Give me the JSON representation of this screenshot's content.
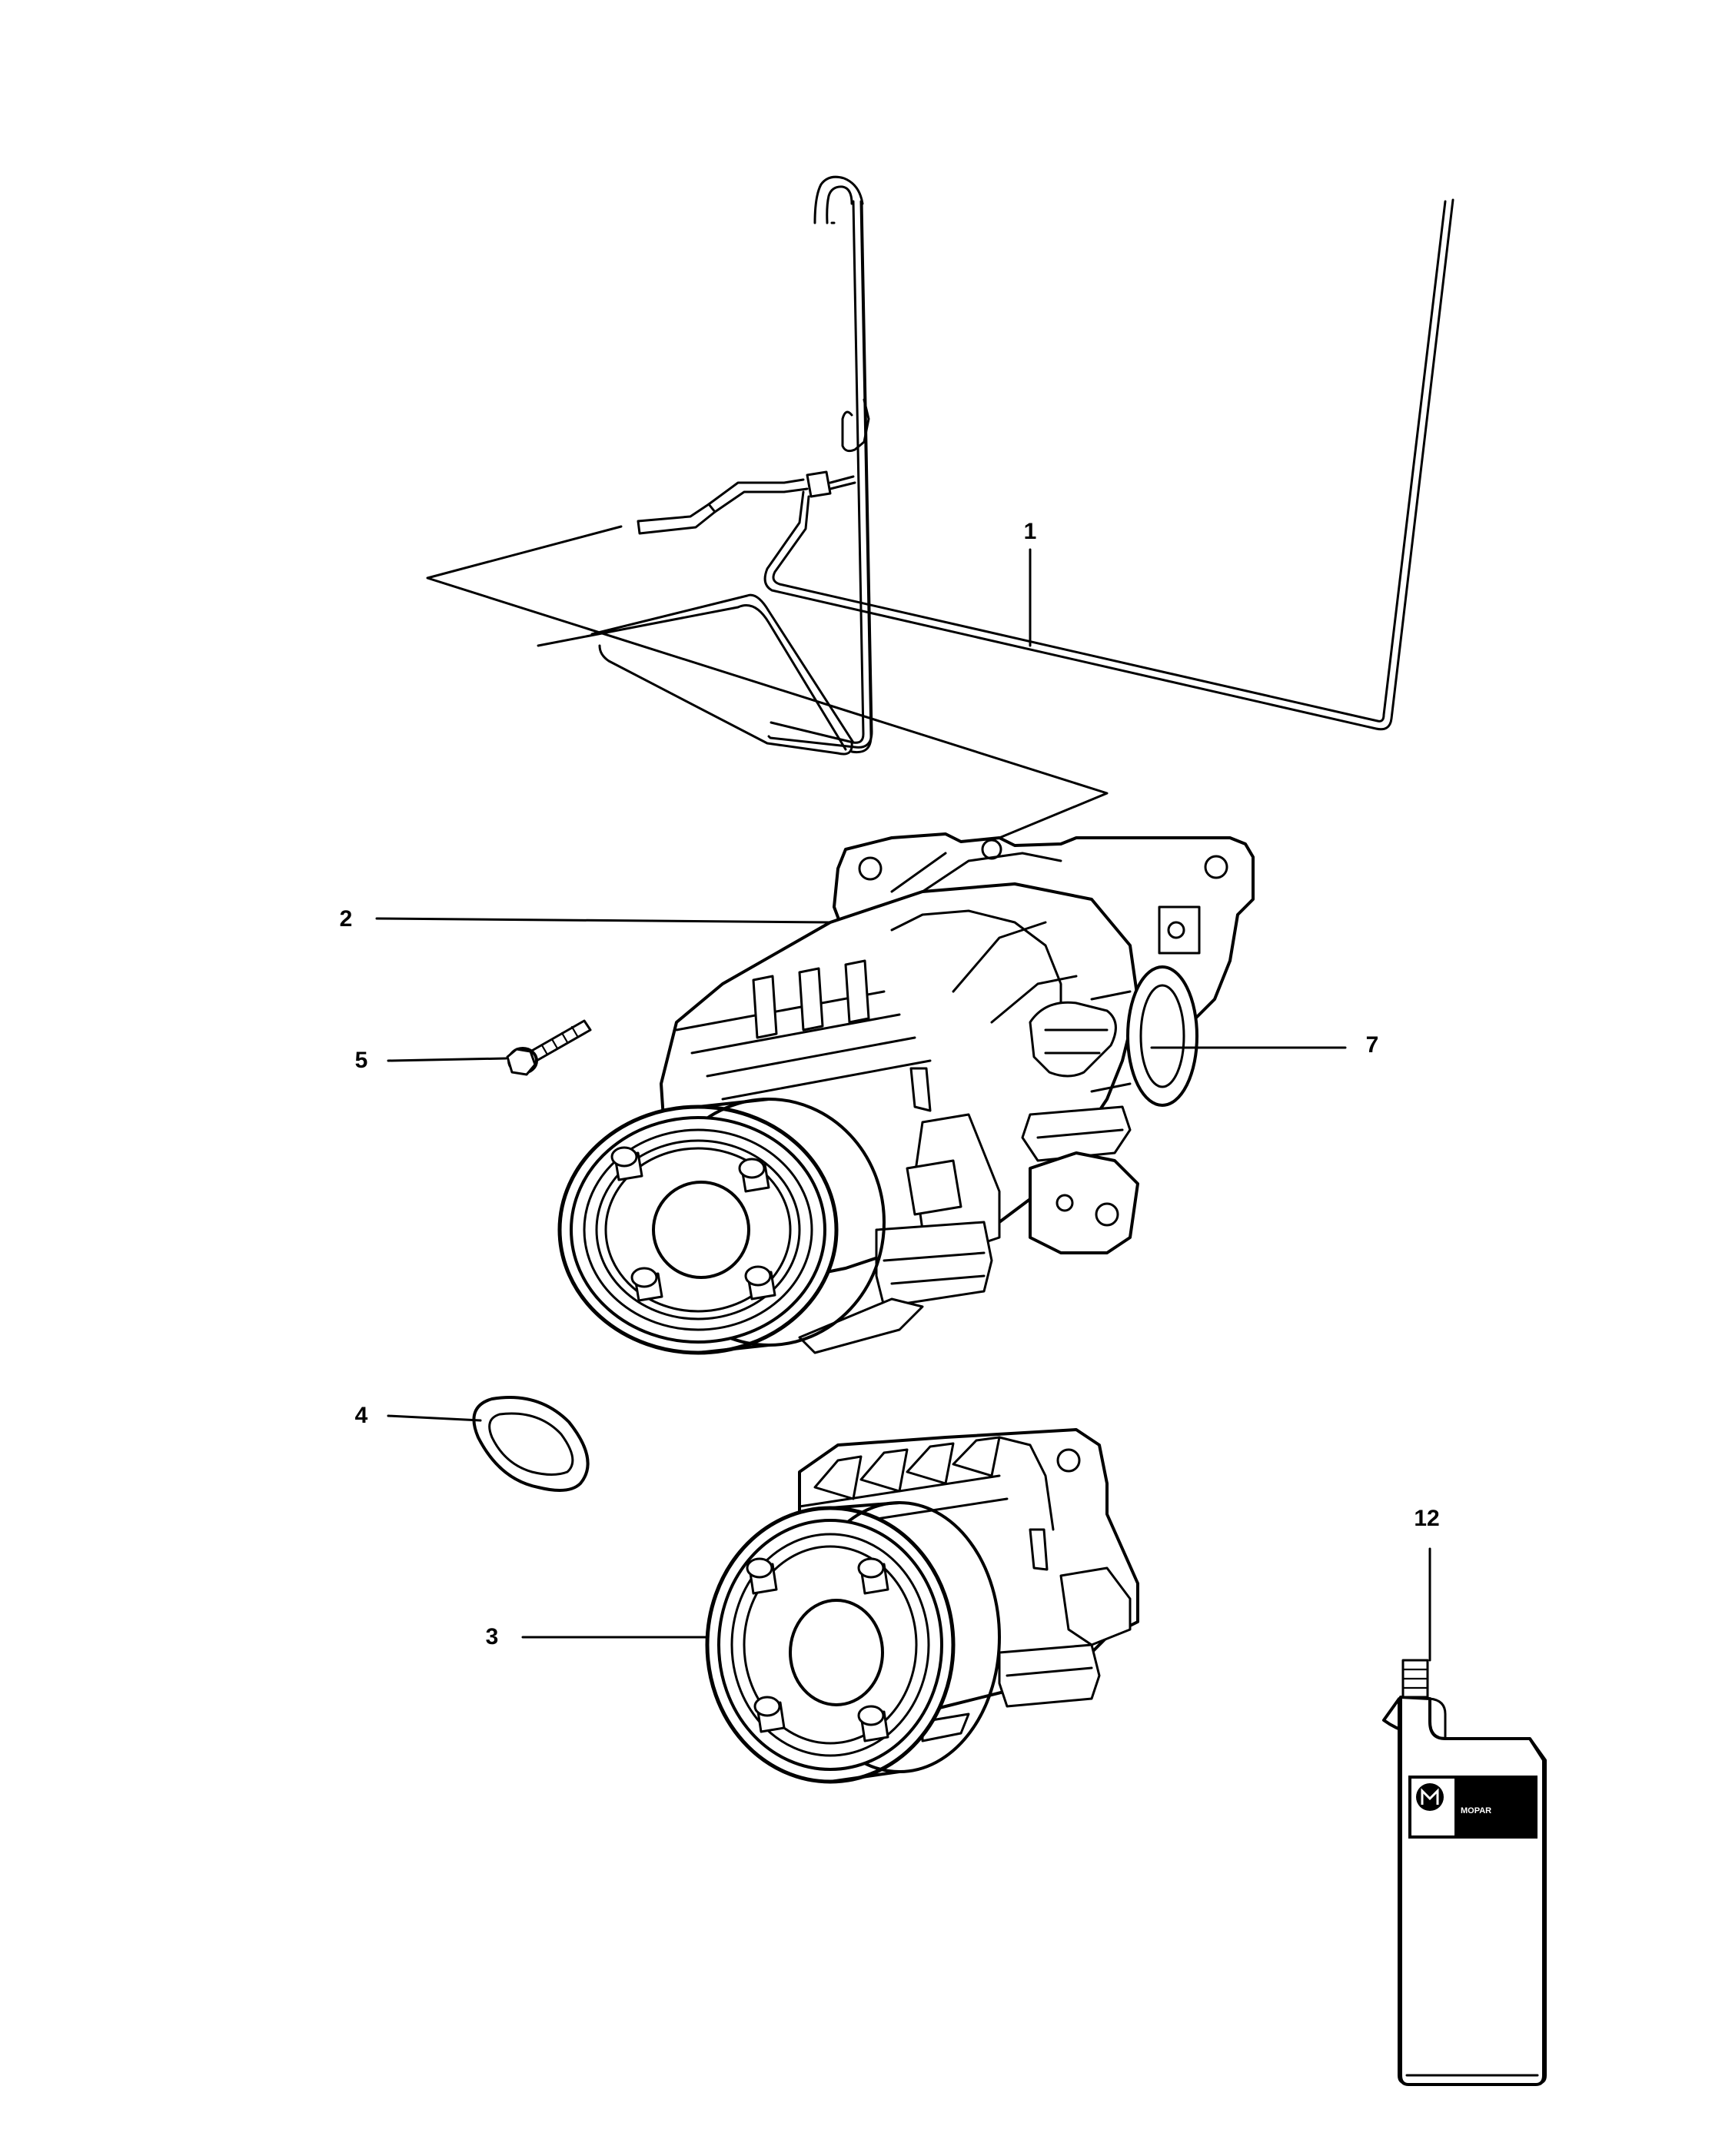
{
  "callouts": [
    {
      "id": "1",
      "label": "1"
    },
    {
      "id": "2",
      "label": "2"
    },
    {
      "id": "5",
      "label": "5"
    },
    {
      "id": "7",
      "label": "7"
    },
    {
      "id": "4",
      "label": "4"
    },
    {
      "id": "12",
      "label": "12"
    },
    {
      "id": "3",
      "label": "3"
    }
  ],
  "bottle_logo_text": "MOPAR"
}
